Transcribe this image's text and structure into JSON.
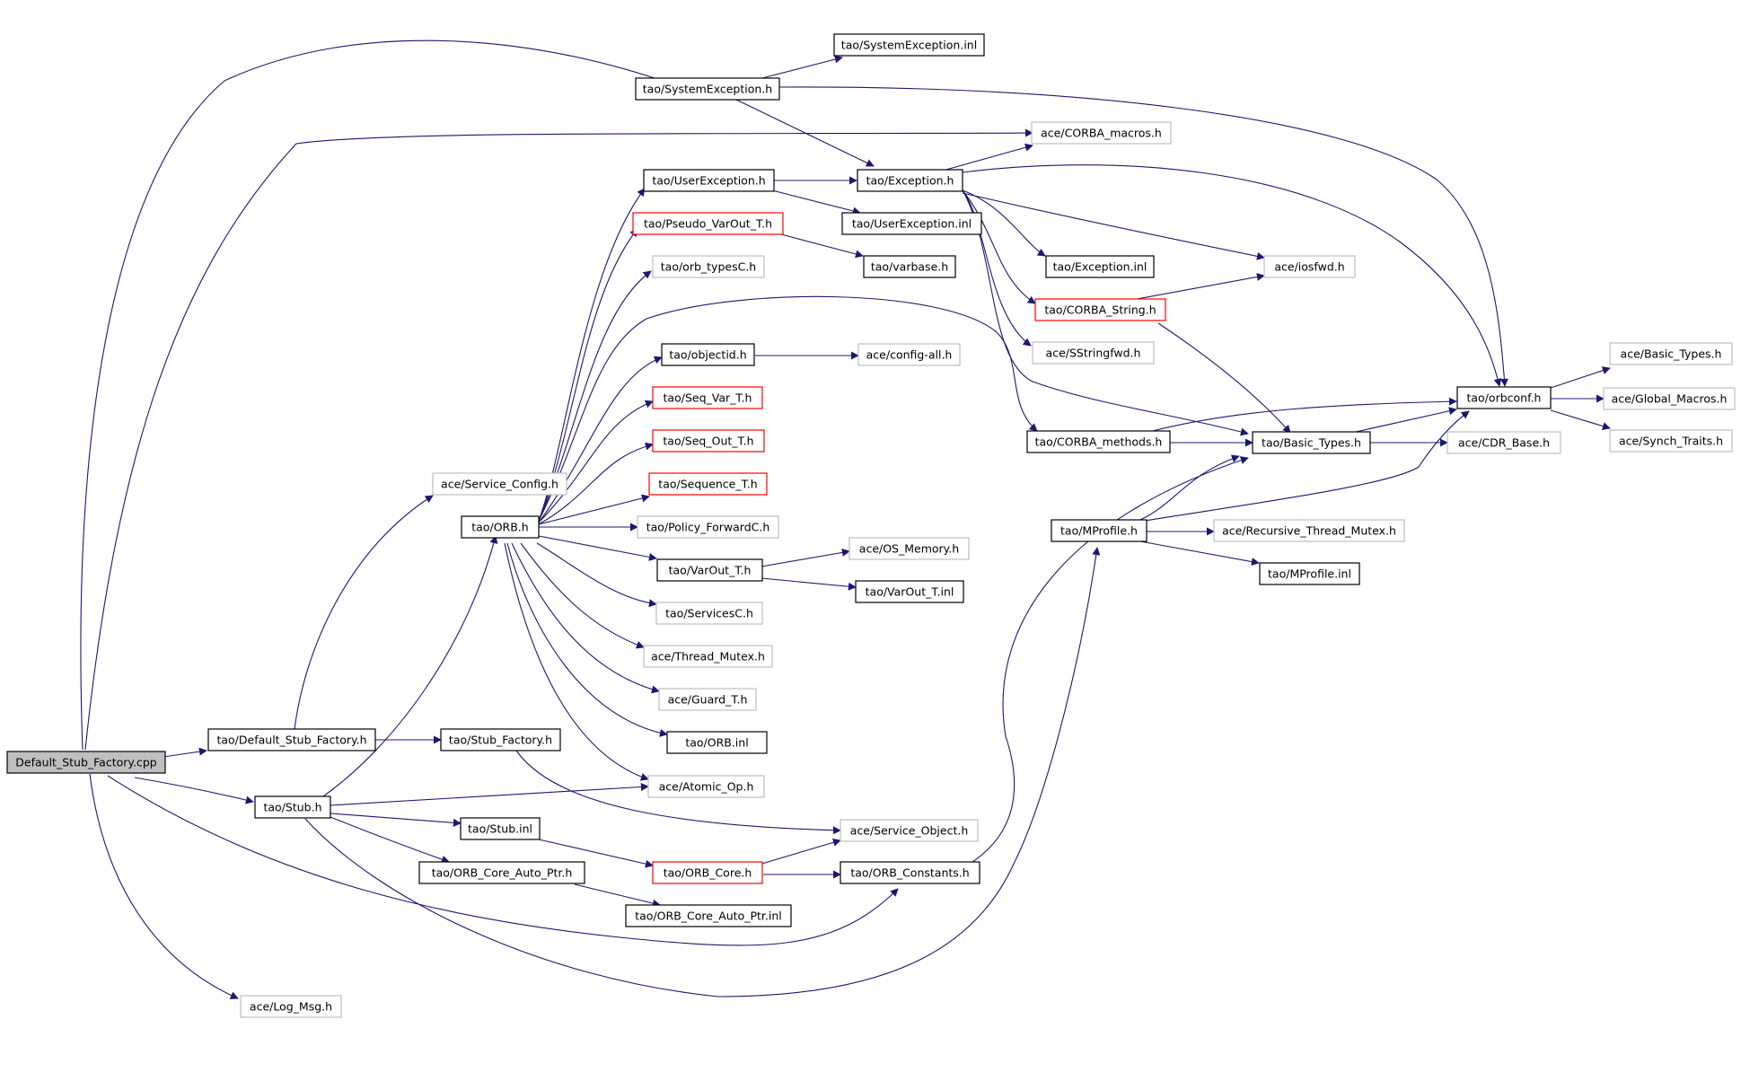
{
  "colors": {
    "edge": "#191970",
    "border_normal": "#000000",
    "border_external": "#bfbfbf",
    "border_truncated": "#ff0000",
    "root_fill": "#bfbfbf",
    "node_fill": "#ffffff"
  },
  "nodes": [
    {
      "id": "root",
      "label": "Default_Stub_Factory.cpp",
      "style": "root"
    },
    {
      "id": "dsf",
      "label": "tao/Default_Stub_Factory.h",
      "style": "normal"
    },
    {
      "id": "stubfac",
      "label": "tao/Stub_Factory.h",
      "style": "normal"
    },
    {
      "id": "stub",
      "label": "tao/Stub.h",
      "style": "normal"
    },
    {
      "id": "stubinl",
      "label": "tao/Stub.inl",
      "style": "normal"
    },
    {
      "id": "orbcap",
      "label": "tao/ORB_Core_Auto_Ptr.h",
      "style": "normal"
    },
    {
      "id": "orbcapinl",
      "label": "tao/ORB_Core_Auto_Ptr.inl",
      "style": "normal"
    },
    {
      "id": "logmsg",
      "label": "ace/Log_Msg.h",
      "style": "external"
    },
    {
      "id": "svcconf",
      "label": "ace/Service_Config.h",
      "style": "external"
    },
    {
      "id": "orb",
      "label": "tao/ORB.h",
      "style": "normal"
    },
    {
      "id": "sysexc",
      "label": "tao/SystemException.h",
      "style": "normal"
    },
    {
      "id": "sysexcinl",
      "label": "tao/SystemException.inl",
      "style": "normal"
    },
    {
      "id": "corbamac",
      "label": "ace/CORBA_macros.h",
      "style": "external"
    },
    {
      "id": "userexc",
      "label": "tao/UserException.h",
      "style": "normal"
    },
    {
      "id": "exc",
      "label": "tao/Exception.h",
      "style": "normal"
    },
    {
      "id": "userexcinl",
      "label": "tao/UserException.inl",
      "style": "normal"
    },
    {
      "id": "pseudo",
      "label": "tao/Pseudo_VarOut_T.h",
      "style": "truncated"
    },
    {
      "id": "varbase",
      "label": "tao/varbase.h",
      "style": "normal"
    },
    {
      "id": "orbtypes",
      "label": "tao/orb_typesC.h",
      "style": "external"
    },
    {
      "id": "objectid",
      "label": "tao/objectid.h",
      "style": "normal"
    },
    {
      "id": "configall",
      "label": "ace/config-all.h",
      "style": "external"
    },
    {
      "id": "seqvar",
      "label": "tao/Seq_Var_T.h",
      "style": "truncated"
    },
    {
      "id": "seqout",
      "label": "tao/Seq_Out_T.h",
      "style": "truncated"
    },
    {
      "id": "sequence",
      "label": "tao/Sequence_T.h",
      "style": "truncated"
    },
    {
      "id": "policyfwd",
      "label": "tao/Policy_ForwardC.h",
      "style": "external"
    },
    {
      "id": "varout",
      "label": "tao/VarOut_T.h",
      "style": "normal"
    },
    {
      "id": "osmem",
      "label": "ace/OS_Memory.h",
      "style": "external"
    },
    {
      "id": "varoutinl",
      "label": "tao/VarOut_T.inl",
      "style": "normal"
    },
    {
      "id": "servicesc",
      "label": "tao/ServicesC.h",
      "style": "external"
    },
    {
      "id": "thrmutex",
      "label": "ace/Thread_Mutex.h",
      "style": "external"
    },
    {
      "id": "guard",
      "label": "ace/Guard_T.h",
      "style": "external"
    },
    {
      "id": "orbinl",
      "label": "tao/ORB.inl",
      "style": "normal"
    },
    {
      "id": "atomic",
      "label": "ace/Atomic_Op.h",
      "style": "external"
    },
    {
      "id": "svcobj",
      "label": "ace/Service_Object.h",
      "style": "external"
    },
    {
      "id": "orbcore",
      "label": "tao/ORB_Core.h",
      "style": "truncated"
    },
    {
      "id": "orbconst",
      "label": "tao/ORB_Constants.h",
      "style": "normal"
    },
    {
      "id": "excinl",
      "label": "tao/Exception.inl",
      "style": "normal"
    },
    {
      "id": "corbastr",
      "label": "tao/CORBA_String.h",
      "style": "truncated"
    },
    {
      "id": "sstrfwd",
      "label": "ace/SStringfwd.h",
      "style": "external"
    },
    {
      "id": "iosfwd",
      "label": "ace/iosfwd.h",
      "style": "external"
    },
    {
      "id": "corbameth",
      "label": "tao/CORBA_methods.h",
      "style": "normal"
    },
    {
      "id": "basictypes",
      "label": "tao/Basic_Types.h",
      "style": "normal"
    },
    {
      "id": "mprofile",
      "label": "tao/MProfile.h",
      "style": "normal"
    },
    {
      "id": "recmutex",
      "label": "ace/Recursive_Thread_Mutex.h",
      "style": "external"
    },
    {
      "id": "mprofileinl",
      "label": "tao/MProfile.inl",
      "style": "normal"
    },
    {
      "id": "orbconf",
      "label": "tao/orbconf.h",
      "style": "normal"
    },
    {
      "id": "acebasic",
      "label": "ace/Basic_Types.h",
      "style": "external"
    },
    {
      "id": "globalmac",
      "label": "ace/Global_Macros.h",
      "style": "external"
    },
    {
      "id": "synch",
      "label": "ace/Synch_Traits.h",
      "style": "external"
    },
    {
      "id": "cdrbase",
      "label": "ace/CDR_Base.h",
      "style": "external"
    }
  ]
}
